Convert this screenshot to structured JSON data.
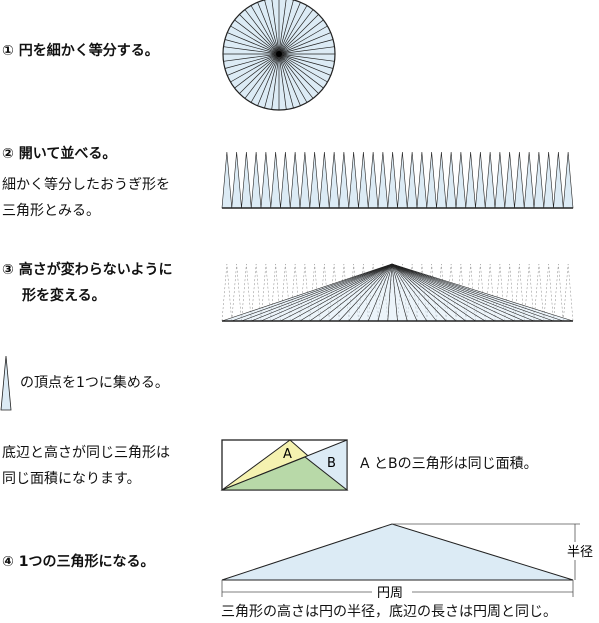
{
  "step1": {
    "num": "①",
    "text": "円を細かく等分する。"
  },
  "step2": {
    "num": "②",
    "text": "開いて並べる。",
    "note_line1": "細かく等分したおうぎ形を",
    "note_line2": "三角形とみる。"
  },
  "step3": {
    "num": "③",
    "line1": "高さが変わらないように",
    "line2": "形を変える。"
  },
  "vertex_note": "の頂点を1つに集める。",
  "same_area": {
    "line1": "底辺と高さが同じ三角形は",
    "line2": "同じ面積になります。",
    "label_a": "A",
    "label_b": "B",
    "caption": "A とBの三角形は同じ面積。"
  },
  "step4": {
    "num": "④",
    "text": "1つの三角形になる。",
    "label_height": "半径",
    "label_base": "円周",
    "caption": "三角形の高さは円の半径，底辺の長さは円周と同じ。"
  },
  "colors": {
    "light_blue": "#dcebf5",
    "yellow": "#f5f2b0",
    "green": "#b8d9a8",
    "line": "#222222"
  },
  "counts": {
    "circle_sectors": 48,
    "strip_triangles": 36
  }
}
